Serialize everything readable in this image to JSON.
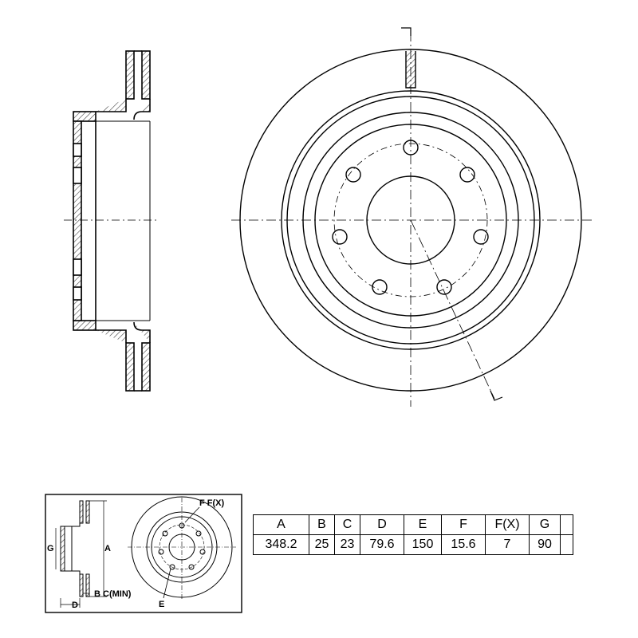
{
  "key_labels": {
    "f_fx": "F F(X)",
    "g": "G",
    "a": "A",
    "b_cmin": "B C(MIN)",
    "d": "D",
    "e": "E"
  },
  "spec_table": {
    "headers": [
      "A",
      "B",
      "C",
      "D",
      "E",
      "F",
      "F(X)",
      "G",
      ""
    ],
    "values": [
      "348.2",
      "25",
      "23",
      "79.6",
      "150",
      "15.6",
      "7",
      "90",
      ""
    ]
  },
  "colors": {
    "line": "#000000",
    "hatch": "#444444",
    "background": "#ffffff"
  }
}
